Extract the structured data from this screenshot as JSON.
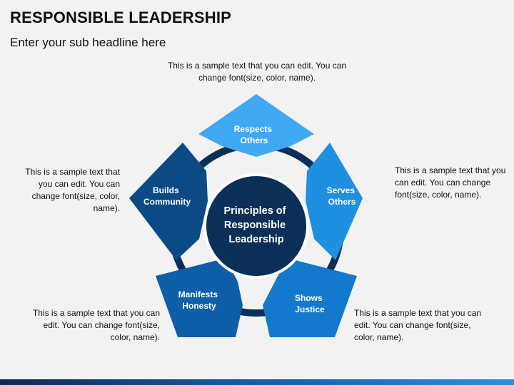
{
  "title": "RESPONSIBLE LEADERSHIP",
  "subtitle": "Enter your sub headline here",
  "center": {
    "lines": [
      "Principles of",
      "Responsible",
      "Leadership"
    ],
    "color": "#0b3058"
  },
  "segments": [
    {
      "lines": [
        "Respects",
        "Others"
      ],
      "color": "#3fa9f5",
      "description": "This is a sample text that you can edit. You can change font(size, color, name)."
    },
    {
      "lines": [
        "Serves",
        "Others"
      ],
      "color": "#1f8fe0",
      "description": "This is a sample text that you can edit. You can change font(size, color, name)."
    },
    {
      "lines": [
        "Shows",
        "Justice"
      ],
      "color": "#1379cc",
      "description": "This is a sample text that you can edit. You can change font(size, color, name)."
    },
    {
      "lines": [
        "Manifests",
        "Honesty"
      ],
      "color": "#0f5fa8",
      "description": "This is a sample text that you can edit. You can change font(size, color, name)."
    },
    {
      "lines": [
        "Builds",
        "Community"
      ],
      "color": "#0c4a86",
      "description": "This is a sample text that you can edit. You can change font(size, color, name)."
    }
  ],
  "ring_color": "#0b3058"
}
